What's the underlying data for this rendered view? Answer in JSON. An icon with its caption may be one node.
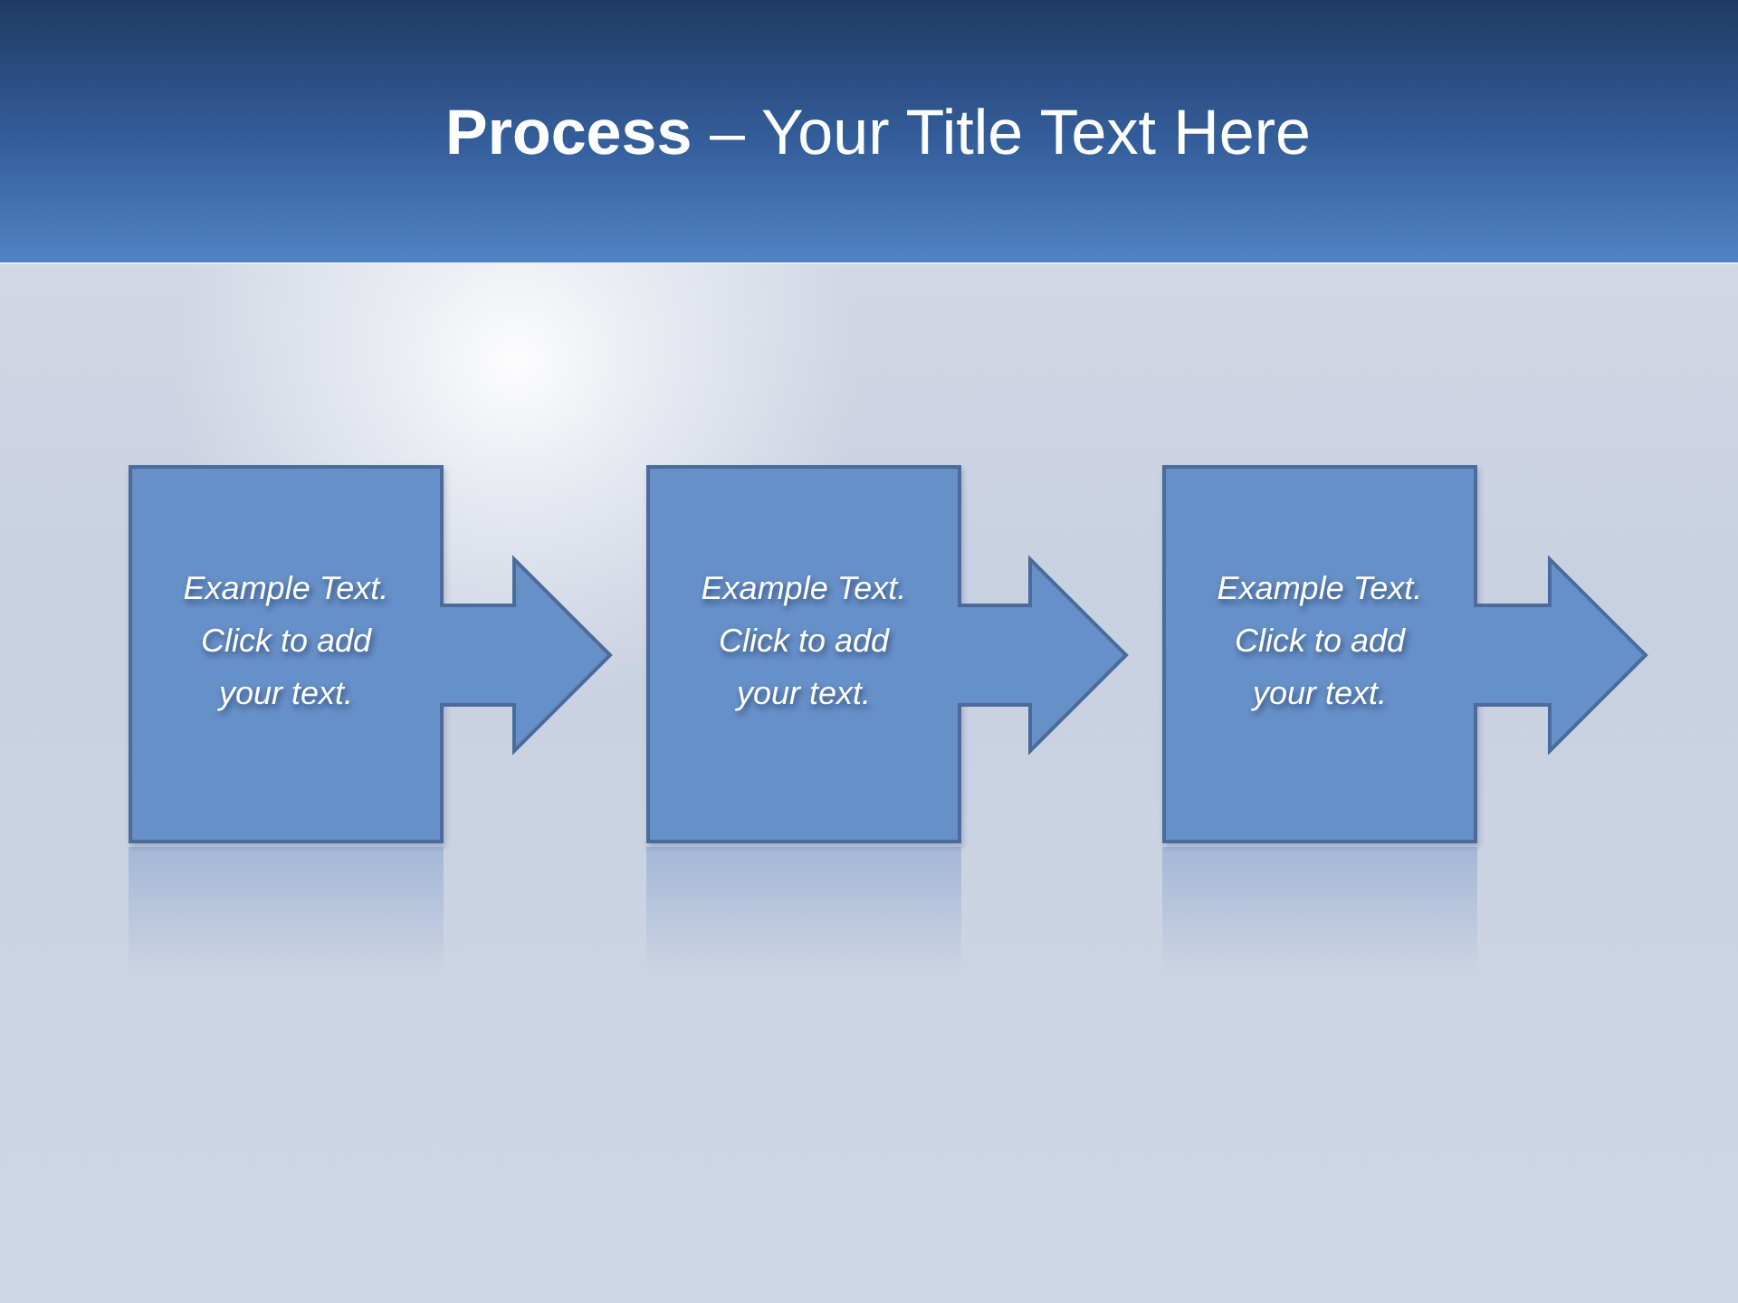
{
  "diagram": {
    "title": "**Process** – Your Title Text Here",
    "nodes": [
      {
        "text": [
          "Example Text. Click to add your text."
        ]
      },
      {
        "text": [
          "Example Text. Click to add your text."
        ]
      },
      {
        "text": [
          "Example Text. Click to add your text."
        ]
      }
    ],
    "edges": [
      {
        "from": 0,
        "to": 1,
        "arrow": "to",
        "style": "thick"
      },
      {
        "from": 1,
        "to": 2,
        "arrow": "to",
        "style": "thick"
      },
      {
        "from": 2,
        "to": null,
        "arrow": "to",
        "style": "thick"
      }
    ]
  }
}
